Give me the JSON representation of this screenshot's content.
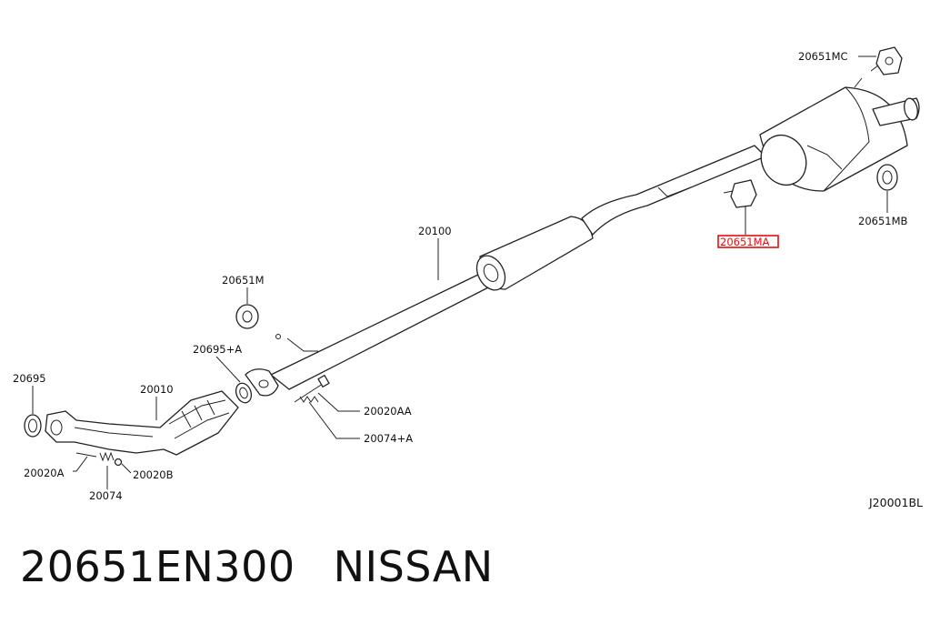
{
  "diagram": {
    "labels": {
      "mc": "20651MC",
      "mb": "20651MB",
      "ma": "20651MA",
      "pipe": "20100",
      "m": "20651M",
      "gasket_a": "20695+A",
      "gasket": "20695",
      "cat": "20010",
      "stud_aa": "20020AA",
      "spring_a": "20074+A",
      "stud_a": "20020A",
      "nut_b": "20020B",
      "spring": "20074",
      "ref": "J20001BL"
    },
    "highlight": {
      "part": "20651MA",
      "color": "#e01010"
    }
  },
  "caption": {
    "part_number": "20651EN300",
    "brand": "NISSAN"
  }
}
